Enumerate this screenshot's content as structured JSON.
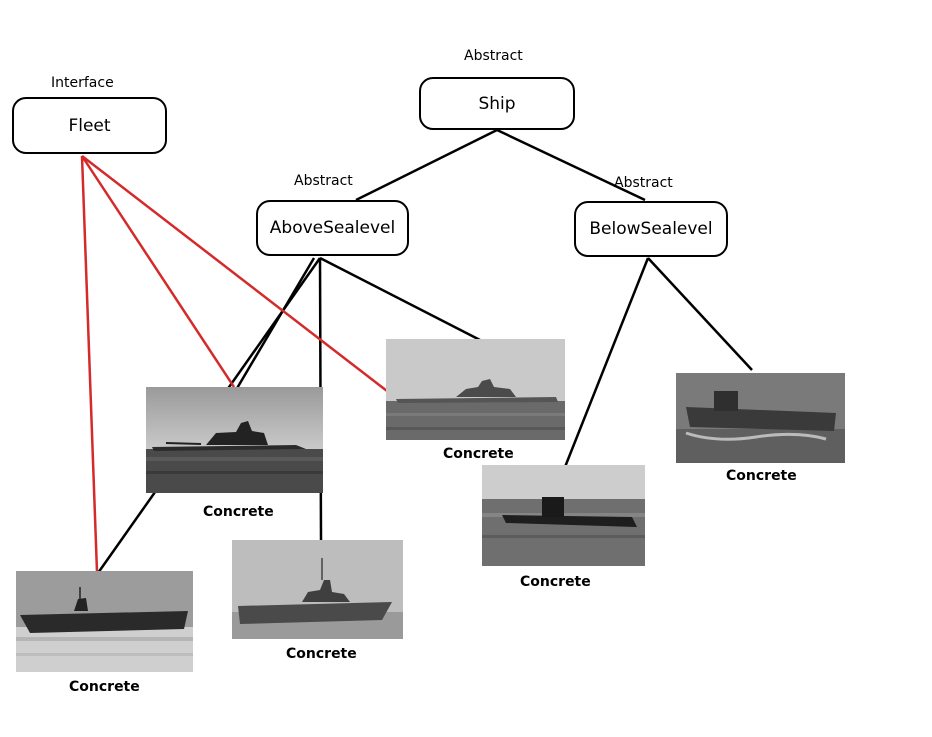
{
  "nodes": {
    "fleet": {
      "label": "Fleet",
      "stereotype": "Interface"
    },
    "ship": {
      "label": "Ship",
      "stereotype": "Abstract"
    },
    "above": {
      "label": "AboveSealevel",
      "stereotype": "Abstract"
    },
    "below": {
      "label": "BelowSealevel",
      "stereotype": "Abstract"
    }
  },
  "concretes": [
    {
      "caption": "Concrete",
      "icon": "battleship-photo"
    },
    {
      "caption": "Concrete",
      "icon": "cruiser-photo"
    },
    {
      "caption": "Concrete",
      "icon": "aircraft-carrier-photo"
    },
    {
      "caption": "Concrete",
      "icon": "destroyer-photo"
    },
    {
      "caption": "Concrete",
      "icon": "submarine-photo"
    },
    {
      "caption": "Concrete",
      "icon": "surfaced-submarine-photo"
    }
  ],
  "colors": {
    "inheritance": "#000000",
    "interface_link": "#d42a2a"
  }
}
